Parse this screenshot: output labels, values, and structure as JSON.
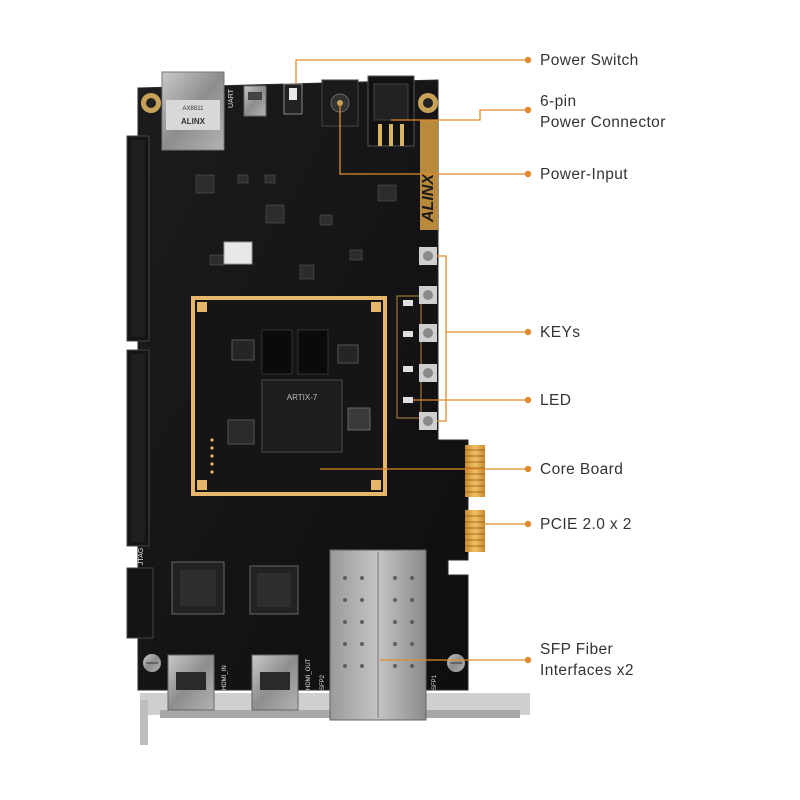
{
  "accent_color": "#e08a2b",
  "board": {
    "brand": "ALINX",
    "ethernet_chip": "AX8811",
    "core_chip": "ARTIX-7",
    "port_labels": {
      "uart": "UART",
      "jtag": "JTAG",
      "sfp1": "SFP1",
      "sfp2": "SFP2",
      "hdmi_in": "HDMI_IN",
      "hdmi_out": "HDMI_OUT"
    }
  },
  "callouts": [
    {
      "id": "power-switch",
      "lines": [
        "Power Switch"
      ]
    },
    {
      "id": "power-connector",
      "lines": [
        "6-pin",
        "Power Connector"
      ]
    },
    {
      "id": "power-input",
      "lines": [
        "Power-Input"
      ]
    },
    {
      "id": "keys",
      "lines": [
        "KEYs"
      ]
    },
    {
      "id": "led",
      "lines": [
        "LED"
      ]
    },
    {
      "id": "core-board",
      "lines": [
        "Core Board"
      ]
    },
    {
      "id": "pcie",
      "lines": [
        "PCIE 2.0 x 2"
      ]
    },
    {
      "id": "sfp",
      "lines": [
        "SFP Fiber",
        "Interfaces x2"
      ]
    }
  ]
}
